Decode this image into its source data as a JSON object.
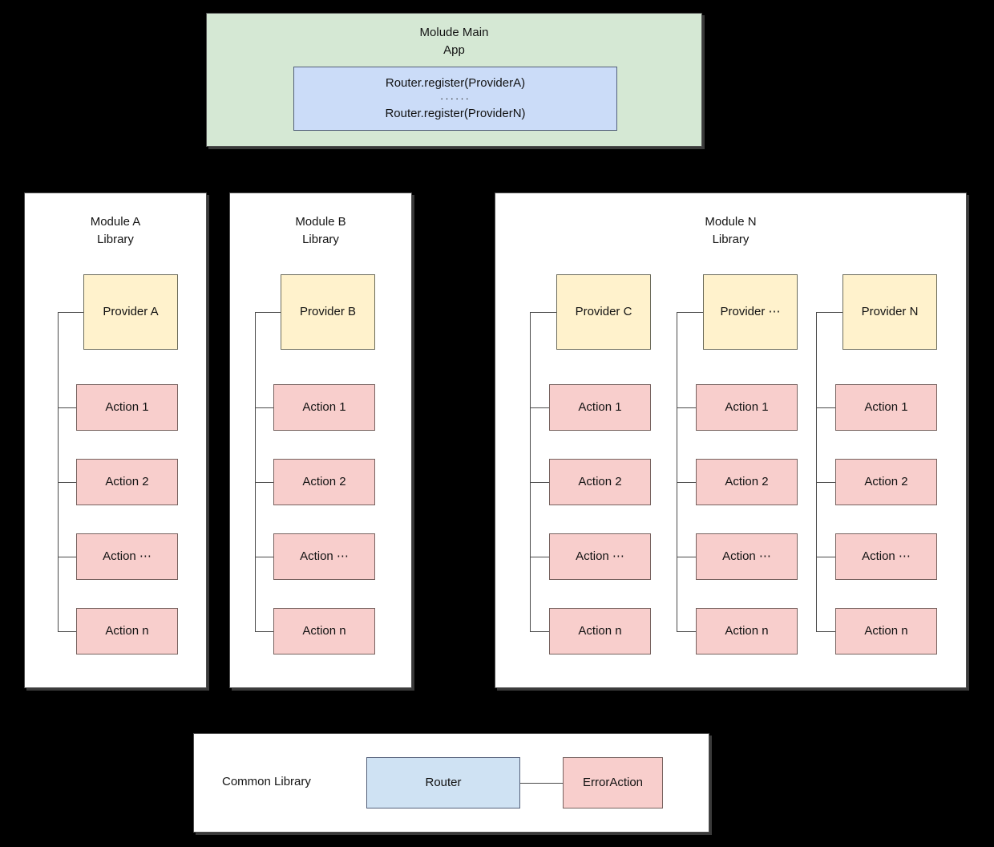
{
  "diagram": {
    "background_color": "#000000",
    "colors": {
      "app_panel": "#d5e8d4",
      "register_box": "#cbdcf8",
      "provider": "#fff2cc",
      "action": "#f8cecc",
      "router": "#cfe2f3",
      "panel": "#ffffff",
      "line": "#4a4a4a"
    },
    "app": {
      "title": "Molude Main\nApp",
      "register_box": {
        "first_line": "Router.register(ProviderA)",
        "ellipsis": "······",
        "last_line": "Router.register(ProviderN)"
      }
    },
    "modules": [
      {
        "title": "Module A\nLibrary",
        "columns": [
          {
            "provider": "Provider A",
            "actions": [
              "Action 1",
              "Action 2",
              "Action ⋯",
              "Action n"
            ]
          }
        ]
      },
      {
        "title": "Module B\nLibrary",
        "columns": [
          {
            "provider": "Provider B",
            "actions": [
              "Action 1",
              "Action 2",
              "Action ⋯",
              "Action n"
            ]
          }
        ]
      },
      {
        "title": "Module N\nLibrary",
        "columns": [
          {
            "provider": "Provider C",
            "actions": [
              "Action 1",
              "Action 2",
              "Action ⋯",
              "Action n"
            ]
          },
          {
            "provider": "Provider ⋯",
            "actions": [
              "Action 1",
              "Action 2",
              "Action ⋯",
              "Action n"
            ]
          },
          {
            "provider": "Provider N",
            "actions": [
              "Action 1",
              "Action 2",
              "Action ⋯",
              "Action n"
            ]
          }
        ]
      }
    ],
    "common": {
      "label": "Common Library",
      "router": "Router",
      "error_action": "ErrorAction"
    }
  }
}
